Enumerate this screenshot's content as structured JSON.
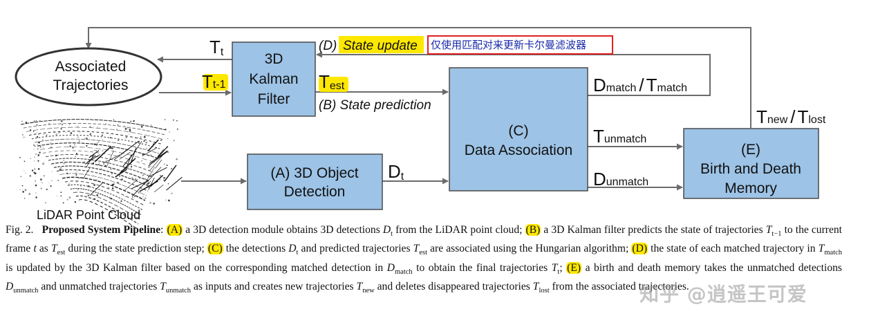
{
  "colors": {
    "box_fill": "#9dc3e6",
    "box_stroke": "#4a4a4a",
    "line": "#6b6b6b",
    "highlight": "#ffe800",
    "note_border": "#e02020",
    "note_text": "#1a2aa8"
  },
  "nodes": {
    "assoc": {
      "line1": "Associated",
      "line2": "Trajectories"
    },
    "kalman": {
      "line1": "3D",
      "line2": "Kalman",
      "line3": "Filter"
    },
    "data_assoc": {
      "line1": "(C)",
      "line2": "Data Association"
    },
    "detection": {
      "line1": "(A) 3D Object",
      "line2": "Detection"
    },
    "birth_death": {
      "line1": "(E)",
      "line2": "Birth and Death",
      "line3": "Memory"
    },
    "lidar": {
      "label": "LiDAR Point Cloud"
    }
  },
  "edges": {
    "t_t_base": "T",
    "t_t_sub": "t",
    "t_t1_base": "T",
    "t_t1_sub": "t-1",
    "t_est_base": "T",
    "t_est_sub": "est",
    "state_pred": "(B) State prediction",
    "state_update_prefix": "(D)",
    "state_update": "State update",
    "note_cn": "仅使用匹配对来更新卡尔曼滤波器",
    "d_t_base": "D",
    "d_t_sub": "t",
    "d_match_base": "D",
    "d_match_sub": "match",
    "slash": "/",
    "t_match_base": "T",
    "t_match_sub": "match",
    "t_unmatch_base": "T",
    "t_unmatch_sub": "unmatch",
    "d_unmatch_base": "D",
    "d_unmatch_sub": "unmatch",
    "t_new_base": "T",
    "t_new_sub": "new",
    "t_lost_base": "T",
    "t_lost_sub": "lost"
  },
  "caption": {
    "fig": "Fig. 2.",
    "title": "Proposed System Pipeline",
    "colon": ":",
    "A": "(A)",
    "p1": " a 3D detection module obtains 3D detections ",
    "p1b": " from the LiDAR point cloud; ",
    "B": "(B)",
    "p2": " a 3D Kalman filter predicts the state of trajectories ",
    "p2b": " to the current frame ",
    "p2c": " as ",
    "p2d": " during the state prediction step; ",
    "C": "(C)",
    "p3": " the detections ",
    "p3b": " and predicted trajectories ",
    "p3c": " are associated using the Hungarian algorithm; ",
    "D": "(D)",
    "p4": " the state of each matched trajectory in ",
    "p4b": " is updated by the 3D Kalman filter based on the corresponding matched detection in ",
    "p4c": " to obtain the final trajectories ",
    "p4d": "; ",
    "E": "(E)",
    "p5": " a birth and death memory takes the unmatched detections ",
    "p5b": " and unmatched trajectories ",
    "p5c": " as inputs and creates new trajectories ",
    "p5d": " and deletes disappeared trajectories ",
    "p5e": " from the associated trajectories.",
    "sym_T": "T",
    "sym_D": "D",
    "sym_t": "t",
    "sub_t": "t",
    "sub_t_1": "t−1",
    "sub_est": "est",
    "sub_match": "match",
    "sub_unmatch": "unmatch",
    "sub_new": "new",
    "sub_lost": "lost"
  },
  "watermark": "知乎 @逍遥王可爱"
}
